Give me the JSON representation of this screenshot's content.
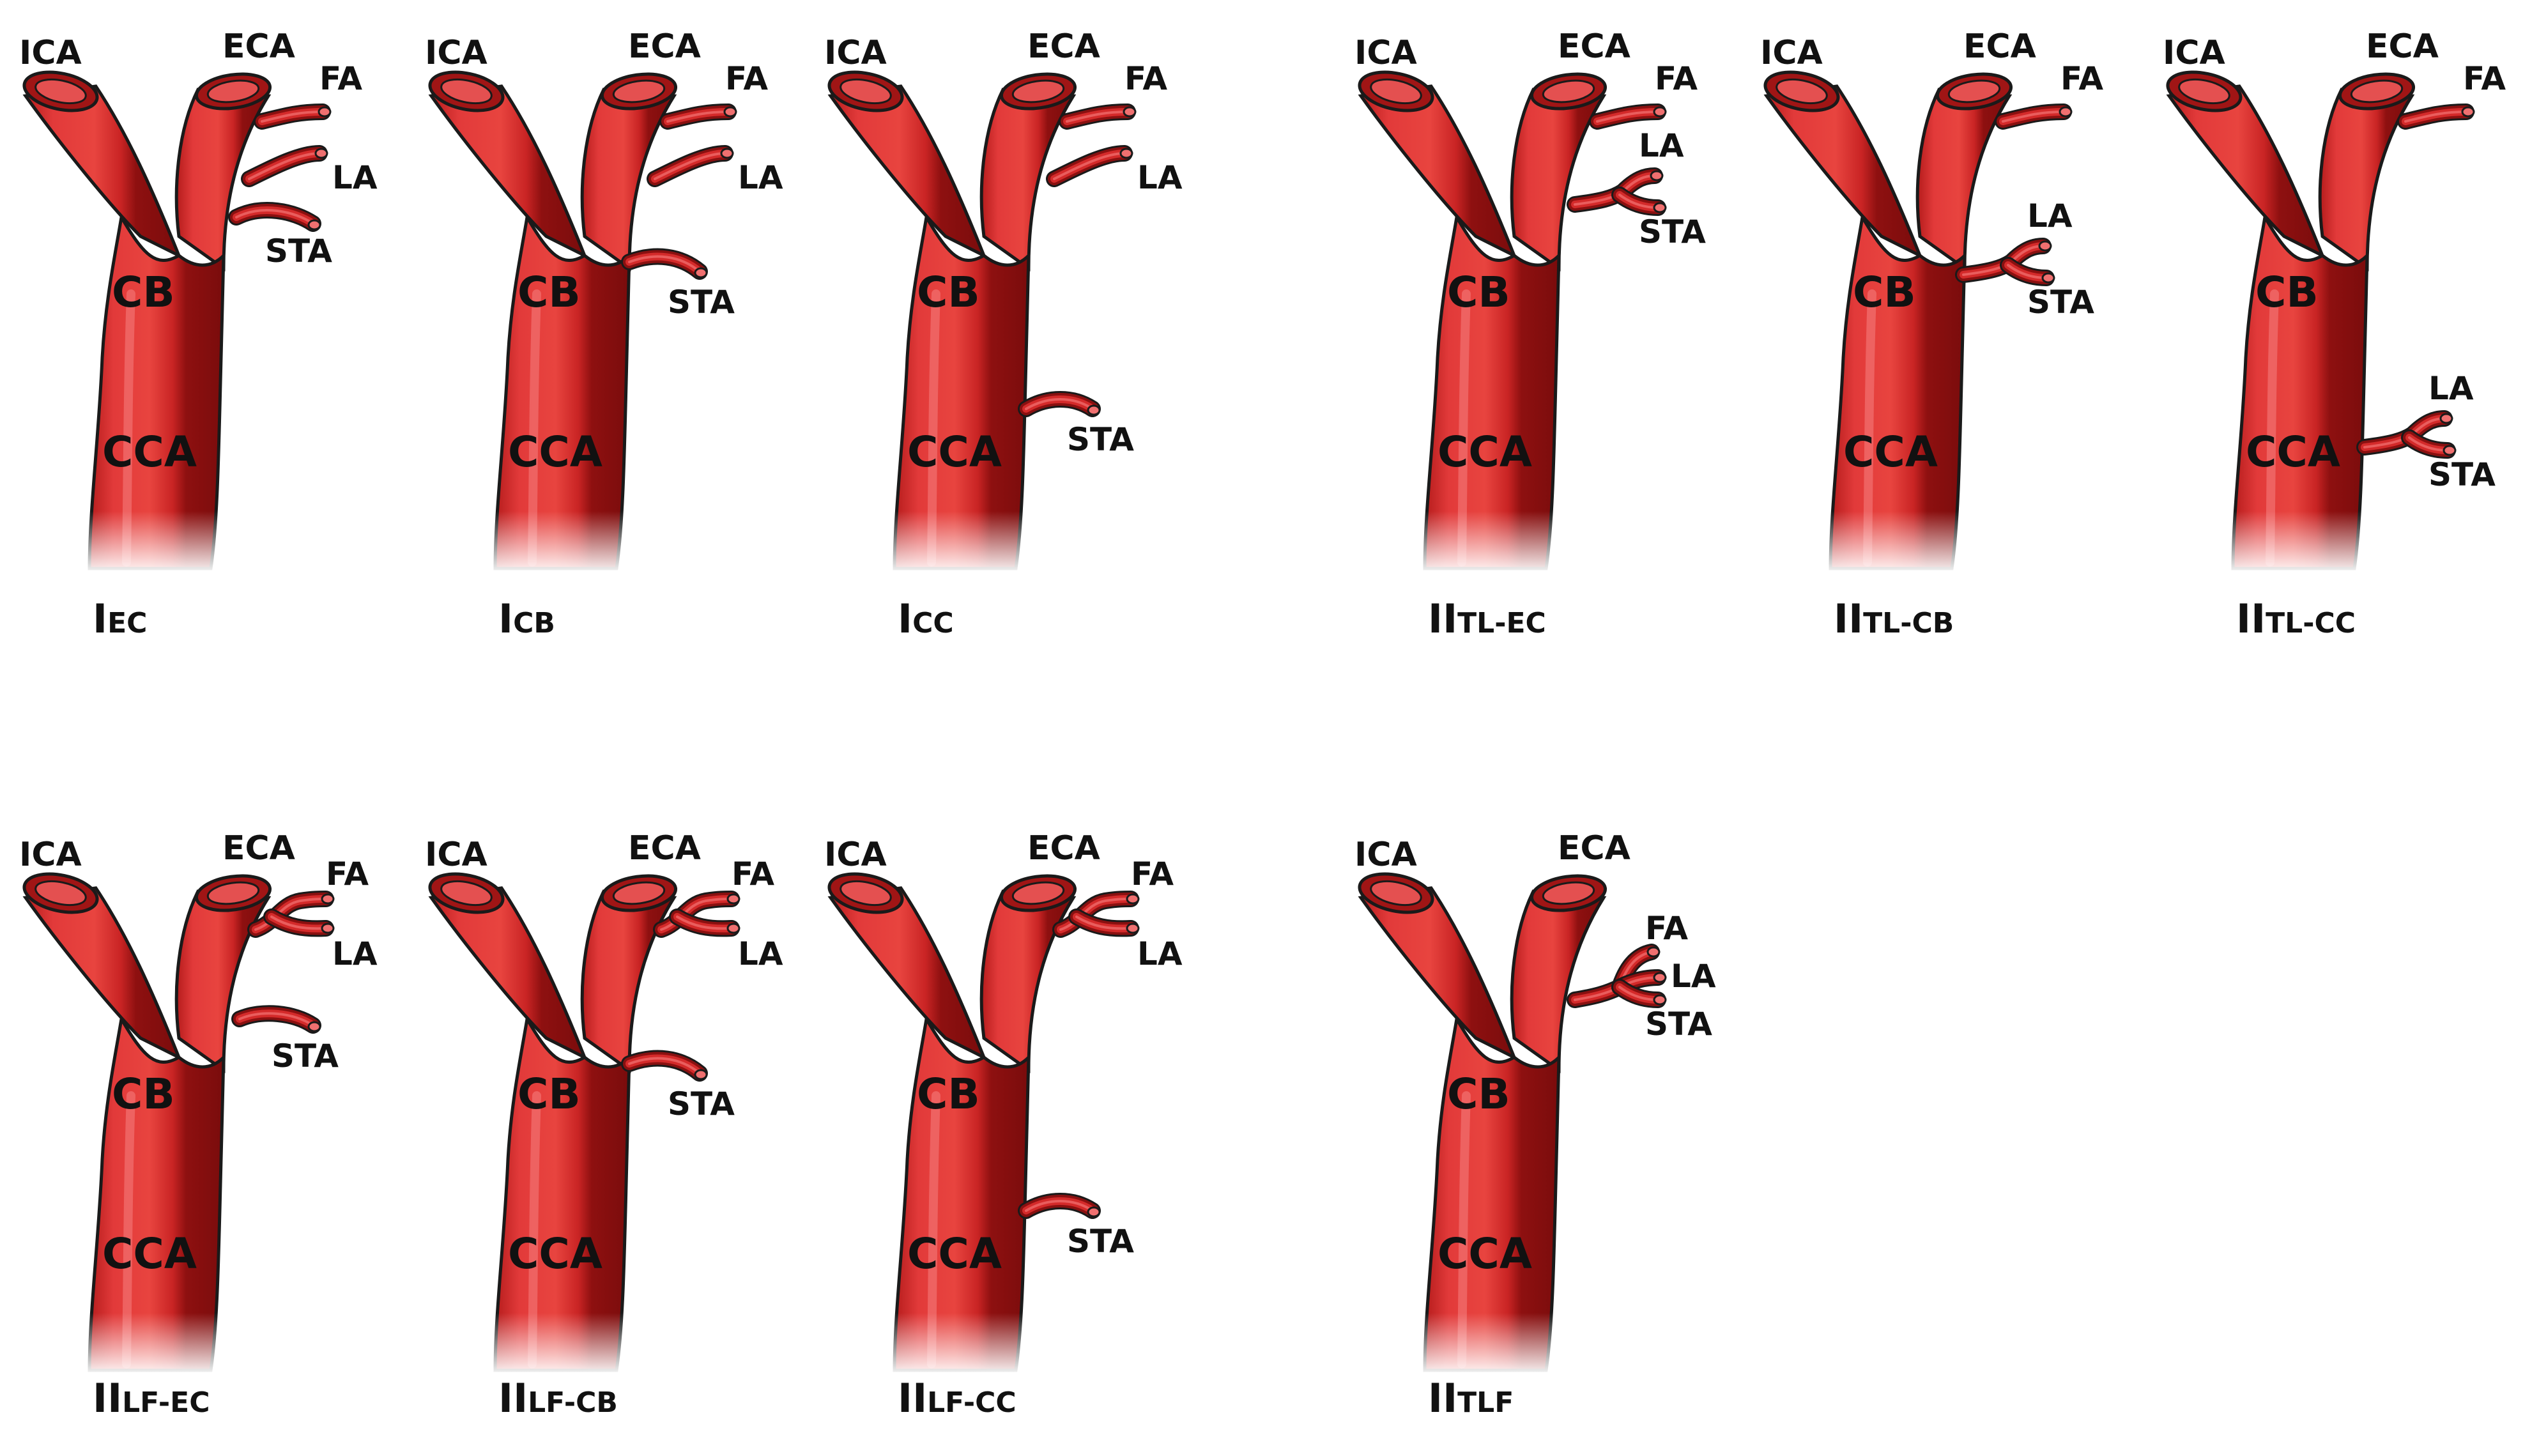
{
  "labels": {
    "ica": "ICA",
    "eca": "ECA",
    "cb": "CB",
    "cca": "CCA",
    "fa": "FA",
    "la": "LA",
    "sta": "STA"
  },
  "colors": {
    "vessel": "#d42a2a",
    "vessel_dark": "#8a1010",
    "vessel_light": "#ee6a6a",
    "outline": "#1a1a1a",
    "text": "#111111"
  },
  "panels": [
    {
      "id": "i-ec",
      "caption_main": "I",
      "caption_sub": "EC",
      "type": "separate",
      "fa": "eca",
      "la": "eca",
      "sta": "eca"
    },
    {
      "id": "i-cb",
      "caption_main": "I",
      "caption_sub": "CB",
      "type": "separate",
      "fa": "eca",
      "la": "eca",
      "sta": "cb"
    },
    {
      "id": "i-cc",
      "caption_main": "I",
      "caption_sub": "CC",
      "type": "separate",
      "fa": "eca",
      "la": "eca",
      "sta": "cc"
    },
    {
      "id": "ii-tl-ec",
      "caption_main": "II",
      "caption_sub": "TL-EC",
      "type": "tl",
      "trunk": "eca"
    },
    {
      "id": "ii-tl-cb",
      "caption_main": "II",
      "caption_sub": "TL-CB",
      "type": "tl",
      "trunk": "cb"
    },
    {
      "id": "ii-tl-cc",
      "caption_main": "II",
      "caption_sub": "TL-CC",
      "type": "tl",
      "trunk": "cc"
    },
    {
      "id": "ii-lf-ec",
      "caption_main": "II",
      "caption_sub": "LF-EC",
      "type": "lf",
      "sta": "eca"
    },
    {
      "id": "ii-lf-cb",
      "caption_main": "II",
      "caption_sub": "LF-CB",
      "type": "lf",
      "sta": "cb"
    },
    {
      "id": "ii-lf-cc",
      "caption_main": "II",
      "caption_sub": "LF-CC",
      "type": "lf",
      "sta": "cc"
    },
    {
      "id": "ii-tlf",
      "caption_main": "II",
      "caption_sub": "TLF",
      "type": "tlf"
    }
  ]
}
